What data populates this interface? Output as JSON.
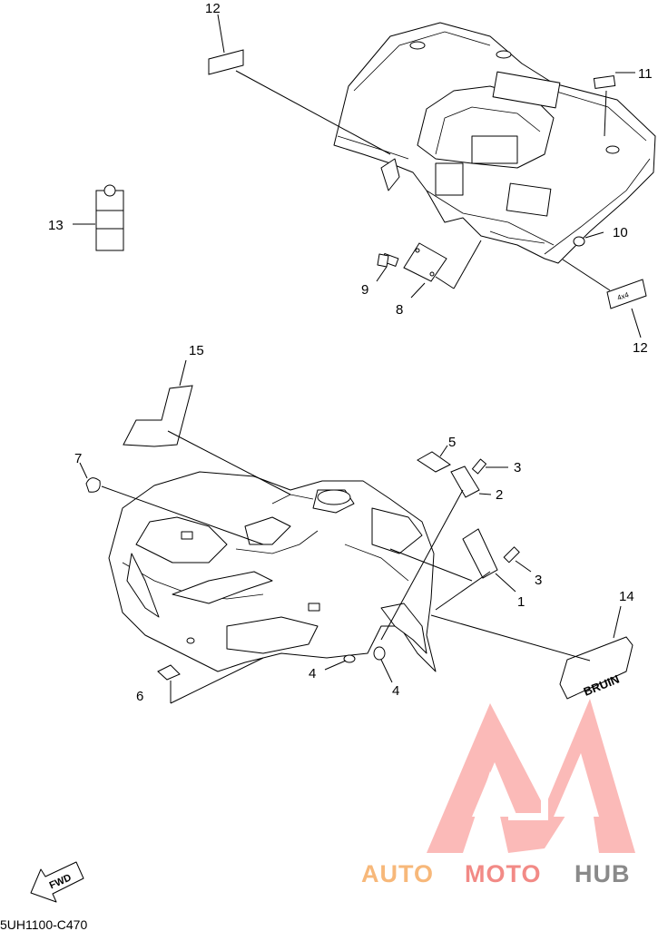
{
  "diagram_code": "5UH1100-C470",
  "fwd_label": "FWD",
  "watermark": {
    "part1": "AUTO",
    "part2": "MOTO",
    "part3": "HUB",
    "color_light": "#f7b87a",
    "color_red": "#f28a86",
    "color_dark": "#8a8a8a"
  },
  "callouts": {
    "c1": "1",
    "c2": "2",
    "c3a": "3",
    "c3b": "3",
    "c4a": "4",
    "c4b": "4",
    "c5": "5",
    "c6": "6",
    "c7": "7",
    "c8": "8",
    "c9": "9",
    "c10": "10",
    "c11": "11",
    "c12a": "12",
    "c12b": "12",
    "c13": "13",
    "c14": "14",
    "c15": "15"
  },
  "decal_text": {
    "bruin": "BRUIN",
    "emblem": "4x4"
  }
}
